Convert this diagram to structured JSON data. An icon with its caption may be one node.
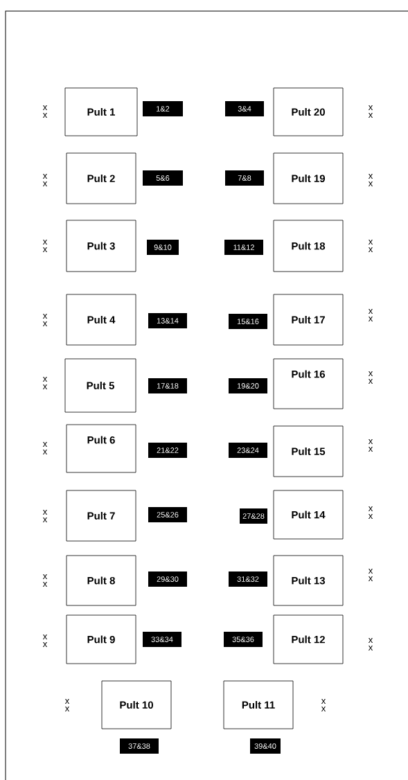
{
  "diagram": {
    "nodes": [
      {
        "text": [
          "Pult 1"
        ]
      },
      {
        "text": [
          "Pult 20"
        ]
      },
      {
        "text": [
          "Pult 2"
        ]
      },
      {
        "text": [
          "Pult 19"
        ]
      },
      {
        "text": [
          "Pult 3"
        ]
      },
      {
        "text": [
          "Pult 18"
        ]
      },
      {
        "text": [
          "Pult 4"
        ]
      },
      {
        "text": [
          "Pult 17"
        ]
      },
      {
        "text": [
          "Pult 5"
        ]
      },
      {
        "text": [
          "Pult 16"
        ]
      },
      {
        "text": [
          "Pult 6"
        ]
      },
      {
        "text": [
          "Pult 15"
        ]
      },
      {
        "text": [
          "Pult 7"
        ]
      },
      {
        "text": [
          "Pult 14"
        ]
      },
      {
        "text": [
          "Pult 8"
        ]
      },
      {
        "text": [
          "Pult 13"
        ]
      },
      {
        "text": [
          "Pult 9"
        ]
      },
      {
        "text": [
          "Pult 12"
        ]
      },
      {
        "text": [
          "Pult 10"
        ]
      },
      {
        "text": [
          "Pult 11"
        ]
      }
    ],
    "labels": [
      "x x",
      "1&2",
      "3&4",
      "x x",
      "x x",
      "5&6",
      "7&8",
      "x x",
      "x x",
      "9&10",
      "11&12",
      "x x",
      "x x",
      "13&14",
      "15&16",
      "x x",
      "x x",
      "17&18",
      "19&20",
      "x x",
      "x x",
      "21&22",
      "23&24",
      "x x",
      "x x",
      "25&26",
      "27&28",
      "x x",
      "x x",
      "29&30",
      "31&32",
      "x x",
      "x x",
      "33&34",
      "35&36",
      "x x",
      "x x",
      "x x",
      "37&38",
      "39&40"
    ]
  }
}
